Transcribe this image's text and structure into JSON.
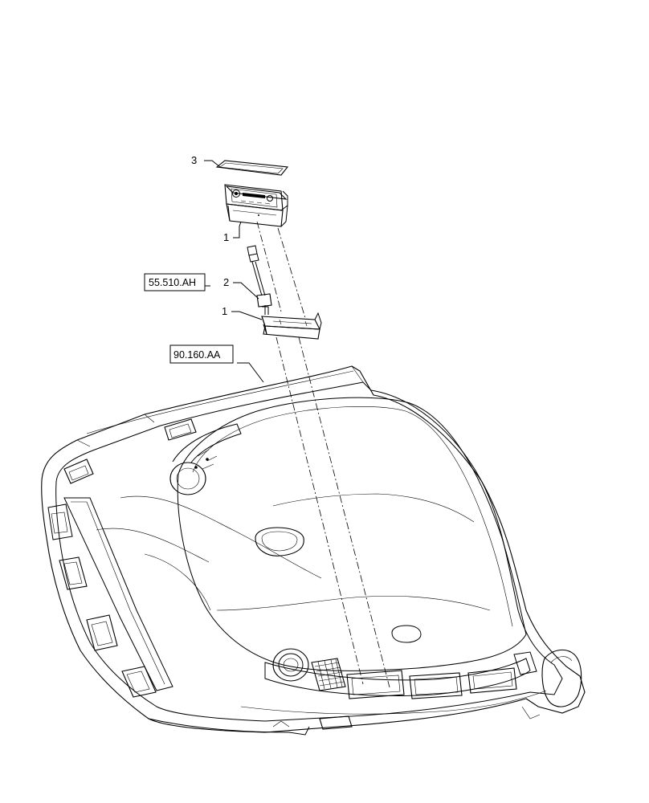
{
  "callouts": [
    {
      "id": "item-3",
      "label": "3"
    },
    {
      "id": "item-1-radio",
      "label": "1"
    },
    {
      "id": "item-2",
      "label": "2"
    },
    {
      "id": "item-1-bracket",
      "label": "1"
    }
  ],
  "references": [
    {
      "id": "ref-55-510",
      "label": "55.510.AH"
    },
    {
      "id": "ref-90-160",
      "label": "90.160.AA"
    }
  ]
}
